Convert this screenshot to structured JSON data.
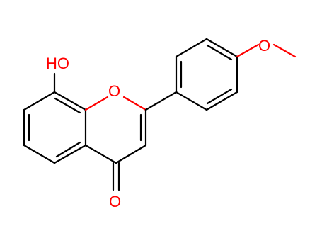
{
  "diagram": {
    "type": "chemical-structure",
    "colors": {
      "bond": "#000000",
      "oxygen": "#ff0000",
      "background": "#ffffff"
    },
    "labels": {
      "hydroxyl": "HO",
      "ring_oxygen": "O",
      "methoxy_oxygen": "O",
      "carbonyl_oxygen": "O"
    }
  }
}
